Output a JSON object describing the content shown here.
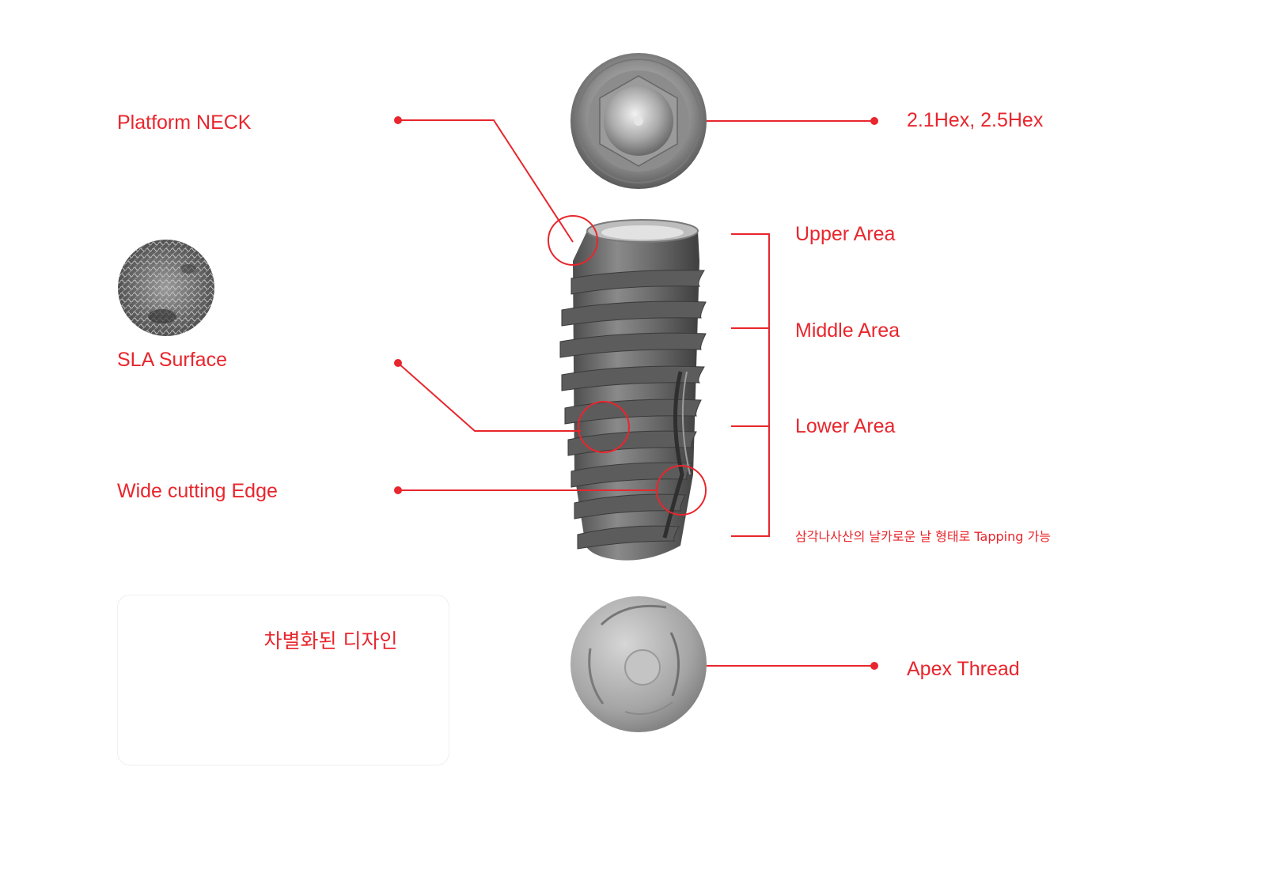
{
  "labels": {
    "platform_neck": "Platform NECK",
    "sla_surface": "SLA Surface",
    "wide_cutting_edge": "Wide cutting Edge",
    "hex": "2.1Hex, 2.5Hex",
    "upper_area": "Upper Area",
    "middle_area": "Middle Area",
    "lower_area": "Lower Area",
    "tapping_note": "삼각나사산의 날카로운 날 형태로 Tapping 가능",
    "apex_thread": "Apex Thread"
  },
  "card": {
    "title": "차별화된 디자인"
  },
  "colors": {
    "accent": "#e8262d",
    "metal_dark": "#5e5e5e",
    "metal_light": "#b4b4b4"
  },
  "icons": {
    "implant": "dental-implant-screw",
    "top_view": "implant-top-view-hex",
    "bottom_view": "implant-apex-view",
    "sla": "sla-surface-micrograph"
  }
}
